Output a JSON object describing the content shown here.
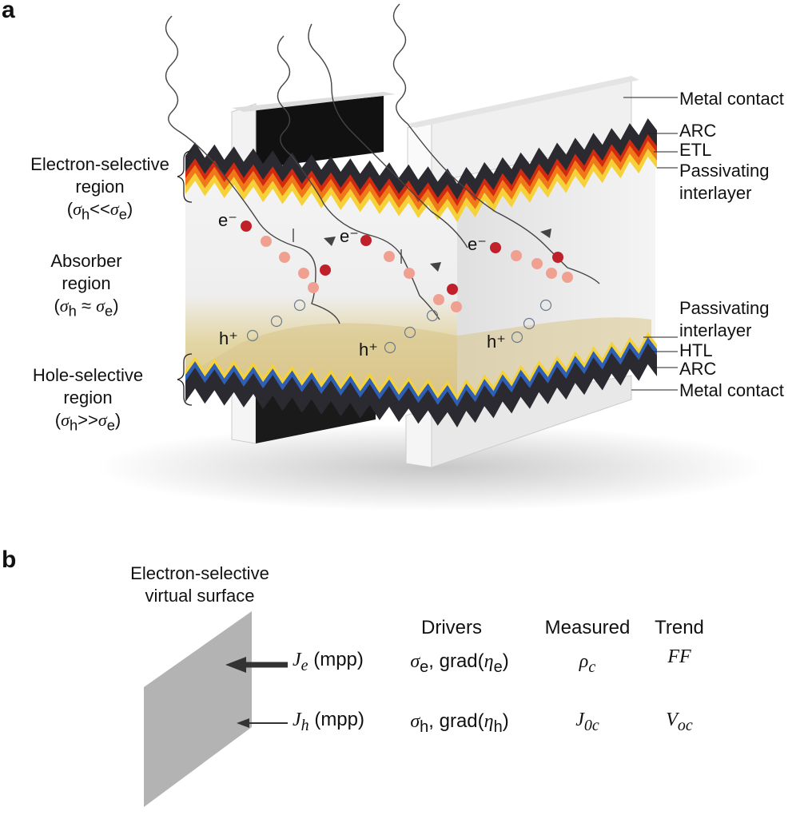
{
  "panel_a": {
    "letter": "a",
    "left_labels": {
      "electron_region": [
        "Electron-selective",
        "region",
        "(σh<<σe)"
      ],
      "absorber_region": [
        "Absorber",
        "region",
        "(σh ≈ σe)"
      ],
      "hole_region": [
        "Hole-selective",
        "region",
        "(σh>>σe)"
      ]
    },
    "right_labels": {
      "metal_top": "Metal contact",
      "arc_top": "ARC",
      "etl": "ETL",
      "passivating_top": [
        "Passivating",
        "interlayer"
      ],
      "passivating_bottom": [
        "Passivating",
        "interlayer"
      ],
      "htl": "HTL",
      "arc_bottom": "ARC",
      "metal_bottom": "Metal contact"
    },
    "carriers": {
      "electron": "e⁻",
      "hole": "h⁺"
    },
    "colors": {
      "electron": "#c0202a",
      "electron_faded": "#f0a090",
      "hole_ring": "#6b7a8c",
      "arc": "#2a2a30",
      "etl_red": "#d02a10",
      "etl_orange": "#f07818",
      "passivating_yellow": "#f5d23a",
      "htl_blue": "#2f5fb4",
      "metal": "#e6e6e6"
    }
  },
  "panel_b": {
    "letter": "b",
    "surface_label": [
      "Electron-selective",
      "virtual surface"
    ],
    "headers": {
      "drivers": "Drivers",
      "measured": "Measured",
      "trend": "Trend"
    },
    "rows": [
      {
        "flux": "J",
        "flux_sub": "e",
        "flux_suffix": " (mpp)",
        "drivers_a": "σ",
        "drivers_a_sub": "e",
        "drivers_b": ", grad(",
        "drivers_eta": "η",
        "drivers_eta_sub": "e",
        "drivers_close": ")",
        "measured": "ρ",
        "measured_sub": "c",
        "trend": "FF",
        "trend_sub": ""
      },
      {
        "flux": "J",
        "flux_sub": "h",
        "flux_suffix": " (mpp)",
        "drivers_a": "σ",
        "drivers_a_sub": "h",
        "drivers_b": ", grad(",
        "drivers_eta": "η",
        "drivers_eta_sub": "h",
        "drivers_close": ")",
        "measured": "J",
        "measured_sub": "0c",
        "trend": "V",
        "trend_sub": "oc"
      }
    ]
  }
}
